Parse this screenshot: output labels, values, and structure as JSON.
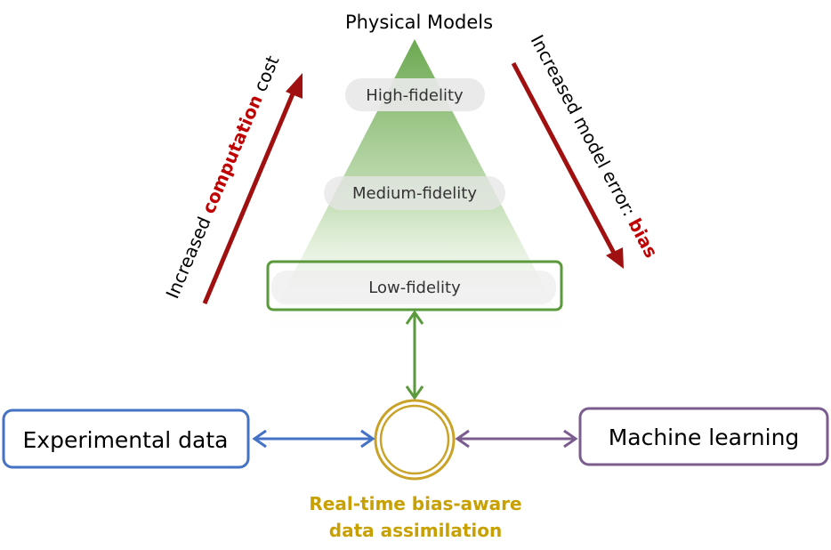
{
  "title": "Physical Models",
  "pyramid": {
    "levels": [
      {
        "label": "High-fidelity"
      },
      {
        "label": "Medium-fidelity"
      },
      {
        "label": "Low-fidelity"
      }
    ]
  },
  "left_arrow": {
    "prefix": "Increased ",
    "highlight": "computation",
    "suffix": " cost"
  },
  "right_arrow": {
    "prefix": "Increased model error: ",
    "highlight": "bias"
  },
  "nodes": {
    "experimental": "Experimental data",
    "machine": "Machine learning",
    "assimilation_line1": "Real-time bias-aware",
    "assimilation_line2": "data assimilation"
  },
  "colors": {
    "pyramid_top": "#6aa84f",
    "dark_red": "#a01010",
    "green": "#5a9a3c",
    "blue": "#4472c4",
    "purple": "#7b5c8e",
    "gold": "#c9a227",
    "gold_text": "#c8a000"
  }
}
